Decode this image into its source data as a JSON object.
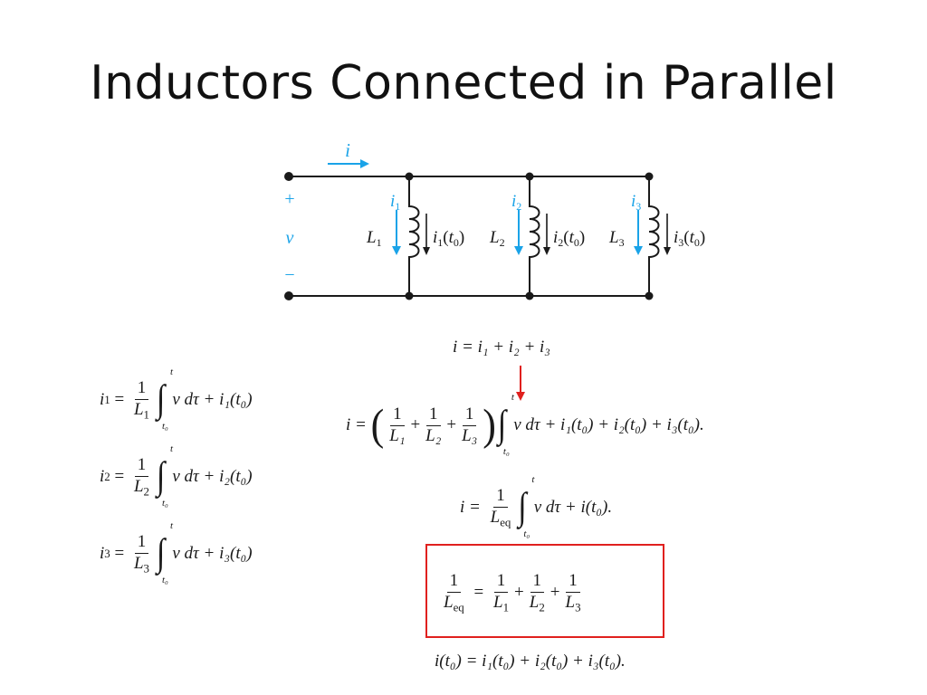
{
  "title": "Inductors Connected in Parallel",
  "colors": {
    "accent_blue": "#1aa3e8",
    "highlight_red": "#e0201e"
  },
  "circuit": {
    "current": "i",
    "plus": "+",
    "voltage": "v",
    "minus": "−",
    "branches": [
      {
        "current": "i",
        "index": "1",
        "inductor": "L",
        "initial": "i",
        "t0": "t",
        "zero": "0"
      },
      {
        "current": "i",
        "index": "2",
        "inductor": "L",
        "initial": "i",
        "t0": "t",
        "zero": "0"
      },
      {
        "current": "i",
        "index": "3",
        "inductor": "L",
        "initial": "i",
        "t0": "t",
        "zero": "0"
      }
    ]
  },
  "equations": {
    "kcl": "i = i₁ + i₂ + i₃",
    "left": [
      {
        "lhs": "i",
        "sub": "1",
        "num": "1",
        "den": "L",
        "den_sub": "1",
        "upper": "t",
        "lower": "t₀",
        "integrand": "v dτ",
        "tail": "+ i₁(t₀)"
      },
      {
        "lhs": "i",
        "sub": "2",
        "num": "1",
        "den": "L",
        "den_sub": "2",
        "upper": "t",
        "lower": "t₀",
        "integrand": "v dτ",
        "tail": "+ i₂(t₀)"
      },
      {
        "lhs": "i",
        "sub": "3",
        "num": "1",
        "den": "L",
        "den_sub": "3",
        "upper": "t",
        "lower": "t₀",
        "integrand": "v dτ",
        "tail": "+ i₃(t₀)"
      }
    ],
    "sum": {
      "lhs": "i =",
      "terms": [
        "L₁",
        "L₂",
        "L₃"
      ],
      "num": "1",
      "plus": "+",
      "upper": "t",
      "lower": "t₀",
      "tail": "v dτ + i₁(t₀) + i₂(t₀) + i₃(t₀)."
    },
    "equiv": {
      "lhs": "i =",
      "num": "1",
      "den": "L",
      "den_sub": "eq",
      "upper": "t",
      "lower": "t₀",
      "tail": "v dτ + i(t₀)."
    },
    "boxed": {
      "num": "1",
      "lhs_den": "L",
      "lhs_sub": "eq",
      "eq": "=",
      "plus": "+",
      "dens": [
        "1",
        "2",
        "3"
      ],
      "rhs_den": "L"
    },
    "initial": "i(t₀) = i₁(t₀) + i₂(t₀) + i₃(t₀)."
  }
}
